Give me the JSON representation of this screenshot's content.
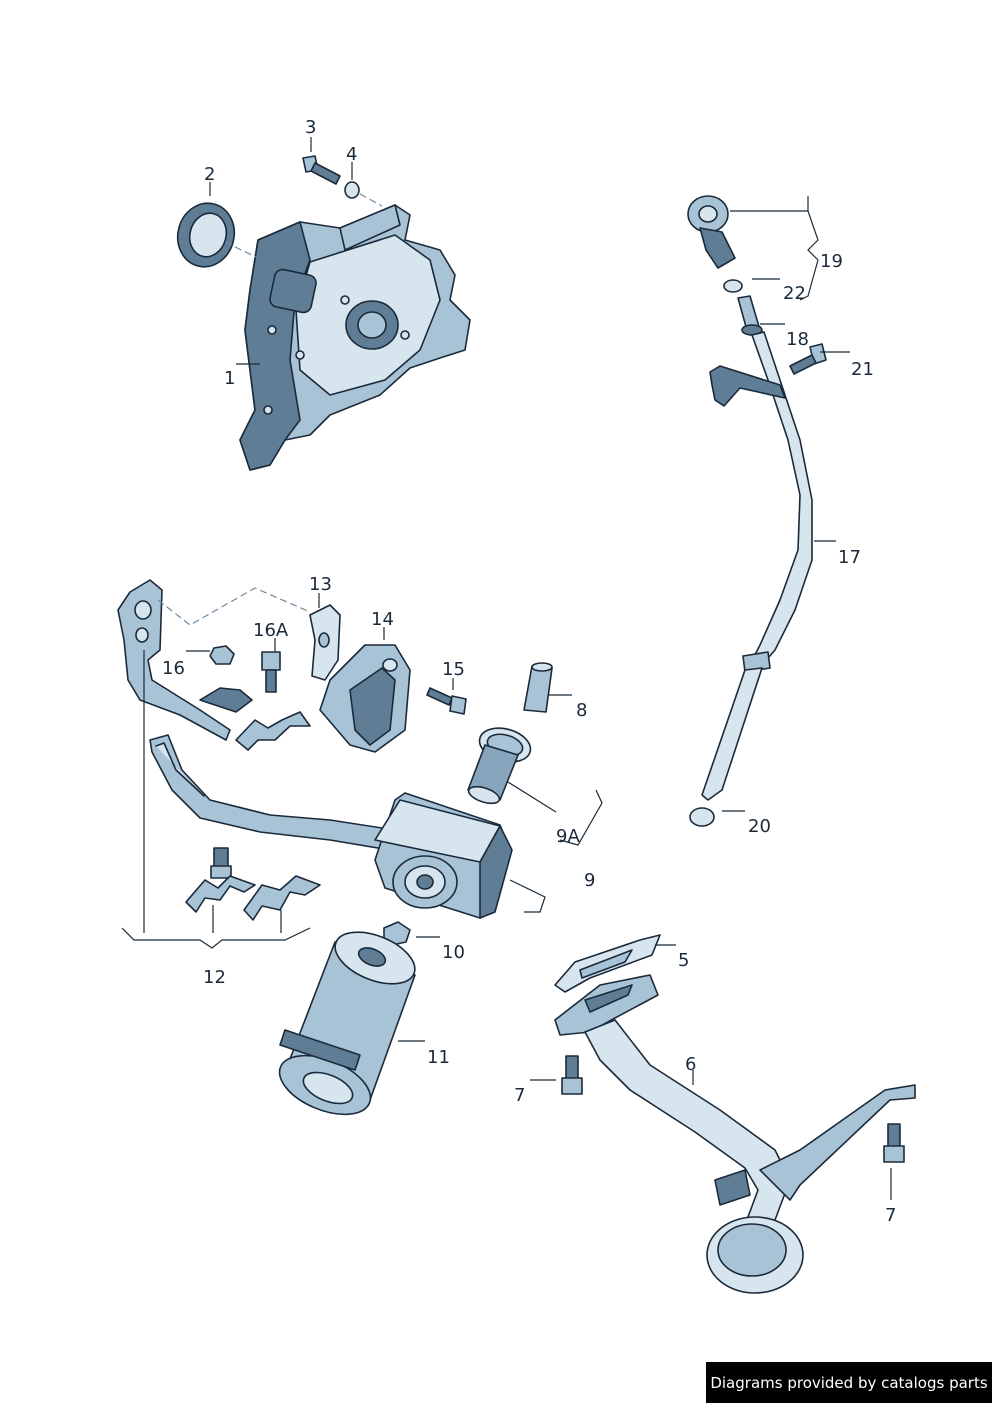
{
  "labels": {
    "l1": "1",
    "l2": "2",
    "l3": "3",
    "l4": "4",
    "l5": "5",
    "l6": "6",
    "l7a": "7",
    "l7b": "7",
    "l8": "8",
    "l9": "9",
    "l9a": "9A",
    "l10": "10",
    "l11": "11",
    "l12": "12",
    "l13": "13",
    "l14": "14",
    "l15": "15",
    "l16": "16",
    "l16a": "16A",
    "l17": "17",
    "l18": "18",
    "l19": "19",
    "l20": "20",
    "l21": "21",
    "l22": "22"
  },
  "watermark": "Diagrams provided by catalogs parts",
  "colors": {
    "part_fill": "#a9c3d6",
    "part_shadow": "#5f7d95",
    "outline": "#1b2a3a",
    "watermark_bg": "#000000",
    "watermark_text": "#ffffff"
  }
}
